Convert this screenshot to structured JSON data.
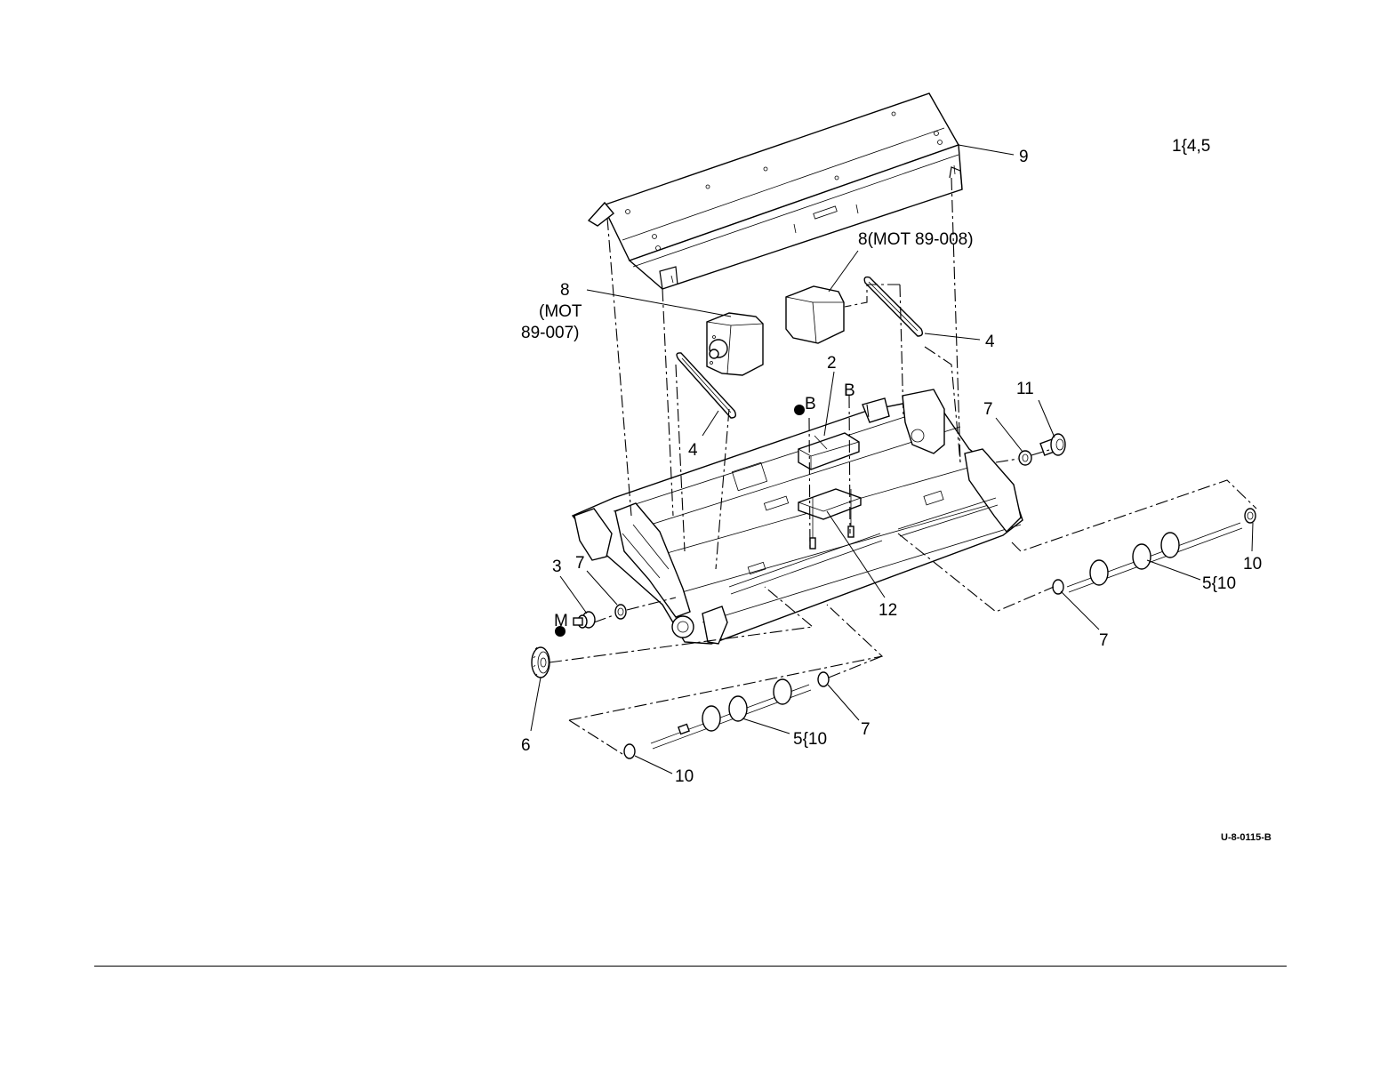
{
  "drawing_id": "U-8-0115-B",
  "header_ref": "1{4,5",
  "callouts": {
    "c9": "9",
    "c8_right": "8(MOT 89-008)",
    "c8_left_1": "8",
    "c8_left_2": "(MOT",
    "c8_left_3": "89-007)",
    "c4_right": "4",
    "c4_left": "4",
    "c2": "2",
    "cB_left": "B",
    "cB_right": "B",
    "c11": "11",
    "c7_right_top": "7",
    "c10_right": "10",
    "c5_right": "5{10",
    "c7_right_bottom": "7",
    "c12": "12",
    "c3": "3",
    "c7_left": "7",
    "cM": "M",
    "c6": "6",
    "c5_left": "5{10",
    "c7_bottom": "7",
    "c10_bottom": "10"
  }
}
